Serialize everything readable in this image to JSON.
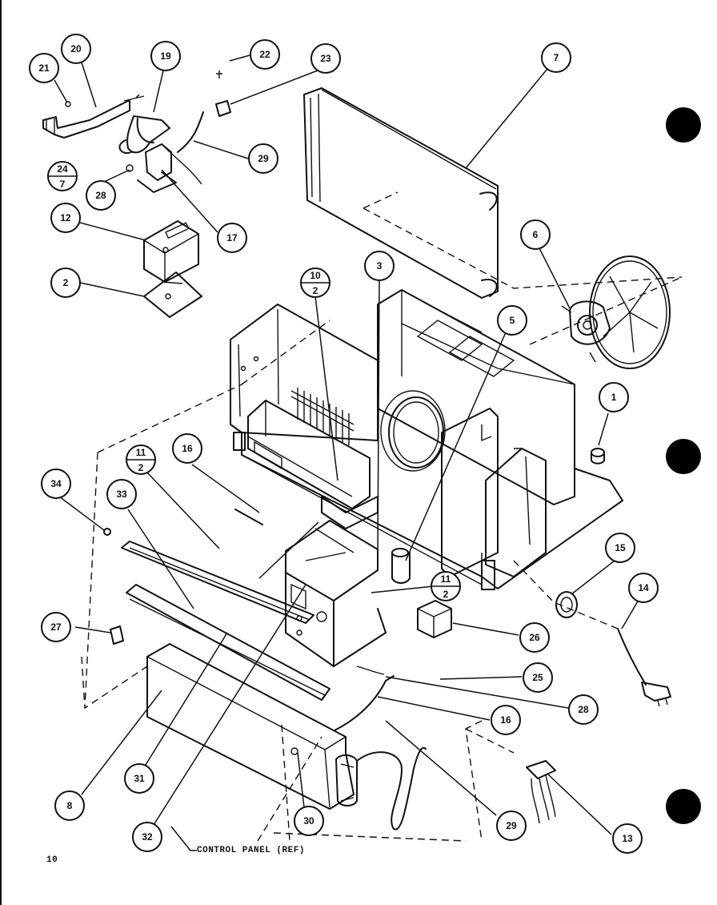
{
  "page_number": "10",
  "control_panel_ref": "CONTROL PANEL (REF)",
  "callouts": [
    {
      "id": "c21",
      "label": "21"
    },
    {
      "id": "c20",
      "label": "20"
    },
    {
      "id": "c19",
      "label": "19"
    },
    {
      "id": "c22",
      "label": "22"
    },
    {
      "id": "c23",
      "label": "23"
    },
    {
      "id": "c7",
      "label": "7"
    },
    {
      "id": "c29a",
      "label": "29"
    },
    {
      "id": "c28a",
      "label": "28"
    },
    {
      "id": "c17",
      "label": "17"
    },
    {
      "id": "c12",
      "label": "12"
    },
    {
      "id": "c2",
      "label": "2"
    },
    {
      "id": "c3",
      "label": "3"
    },
    {
      "id": "c6",
      "label": "6"
    },
    {
      "id": "c5",
      "label": "5"
    },
    {
      "id": "c1",
      "label": "1"
    },
    {
      "id": "c16a",
      "label": "16"
    },
    {
      "id": "c34",
      "label": "34"
    },
    {
      "id": "c33",
      "label": "33"
    },
    {
      "id": "c27",
      "label": "27"
    },
    {
      "id": "c15",
      "label": "15"
    },
    {
      "id": "c14",
      "label": "14"
    },
    {
      "id": "c26",
      "label": "26"
    },
    {
      "id": "c25",
      "label": "25"
    },
    {
      "id": "c28b",
      "label": "28"
    },
    {
      "id": "c16b",
      "label": "16"
    },
    {
      "id": "c8",
      "label": "8"
    },
    {
      "id": "c31",
      "label": "31"
    },
    {
      "id": "c30",
      "label": "30"
    },
    {
      "id": "c29b",
      "label": "29"
    },
    {
      "id": "c13",
      "label": "13"
    },
    {
      "id": "c32",
      "label": "32"
    }
  ],
  "fraction_callouts": [
    {
      "id": "f24_7",
      "top": "24",
      "bottom": "7"
    },
    {
      "id": "f10_2",
      "top": "10",
      "bottom": "2"
    },
    {
      "id": "f11_2a",
      "top": "11",
      "bottom": "2"
    },
    {
      "id": "f11_2b",
      "top": "11",
      "bottom": "2"
    }
  ]
}
